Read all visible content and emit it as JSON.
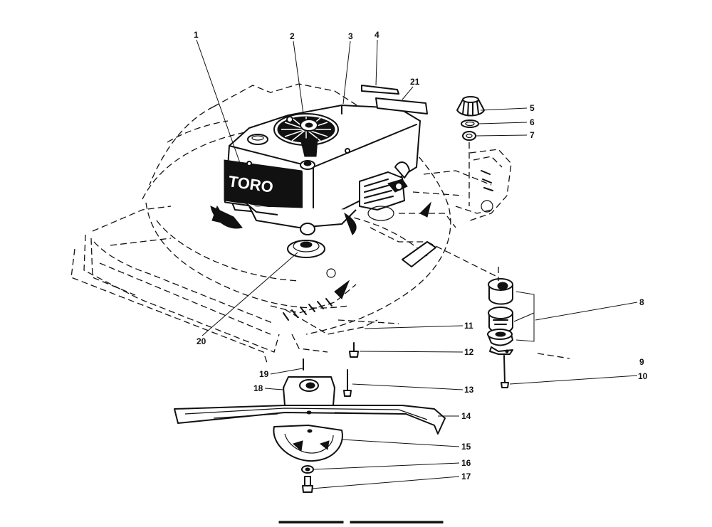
{
  "brand_label": "TORO",
  "colors": {
    "ink": "#111111",
    "paper": "#ffffff"
  },
  "callouts": [
    {
      "num": "1"
    },
    {
      "num": "2"
    },
    {
      "num": "3"
    },
    {
      "num": "4"
    },
    {
      "num": "5"
    },
    {
      "num": "6"
    },
    {
      "num": "7"
    },
    {
      "num": "8"
    },
    {
      "num": "9"
    },
    {
      "num": "10"
    },
    {
      "num": "11"
    },
    {
      "num": "12"
    },
    {
      "num": "13"
    },
    {
      "num": "14"
    },
    {
      "num": "15"
    },
    {
      "num": "16"
    },
    {
      "num": "17"
    },
    {
      "num": "18"
    },
    {
      "num": "19"
    },
    {
      "num": "20"
    },
    {
      "num": "21"
    }
  ]
}
